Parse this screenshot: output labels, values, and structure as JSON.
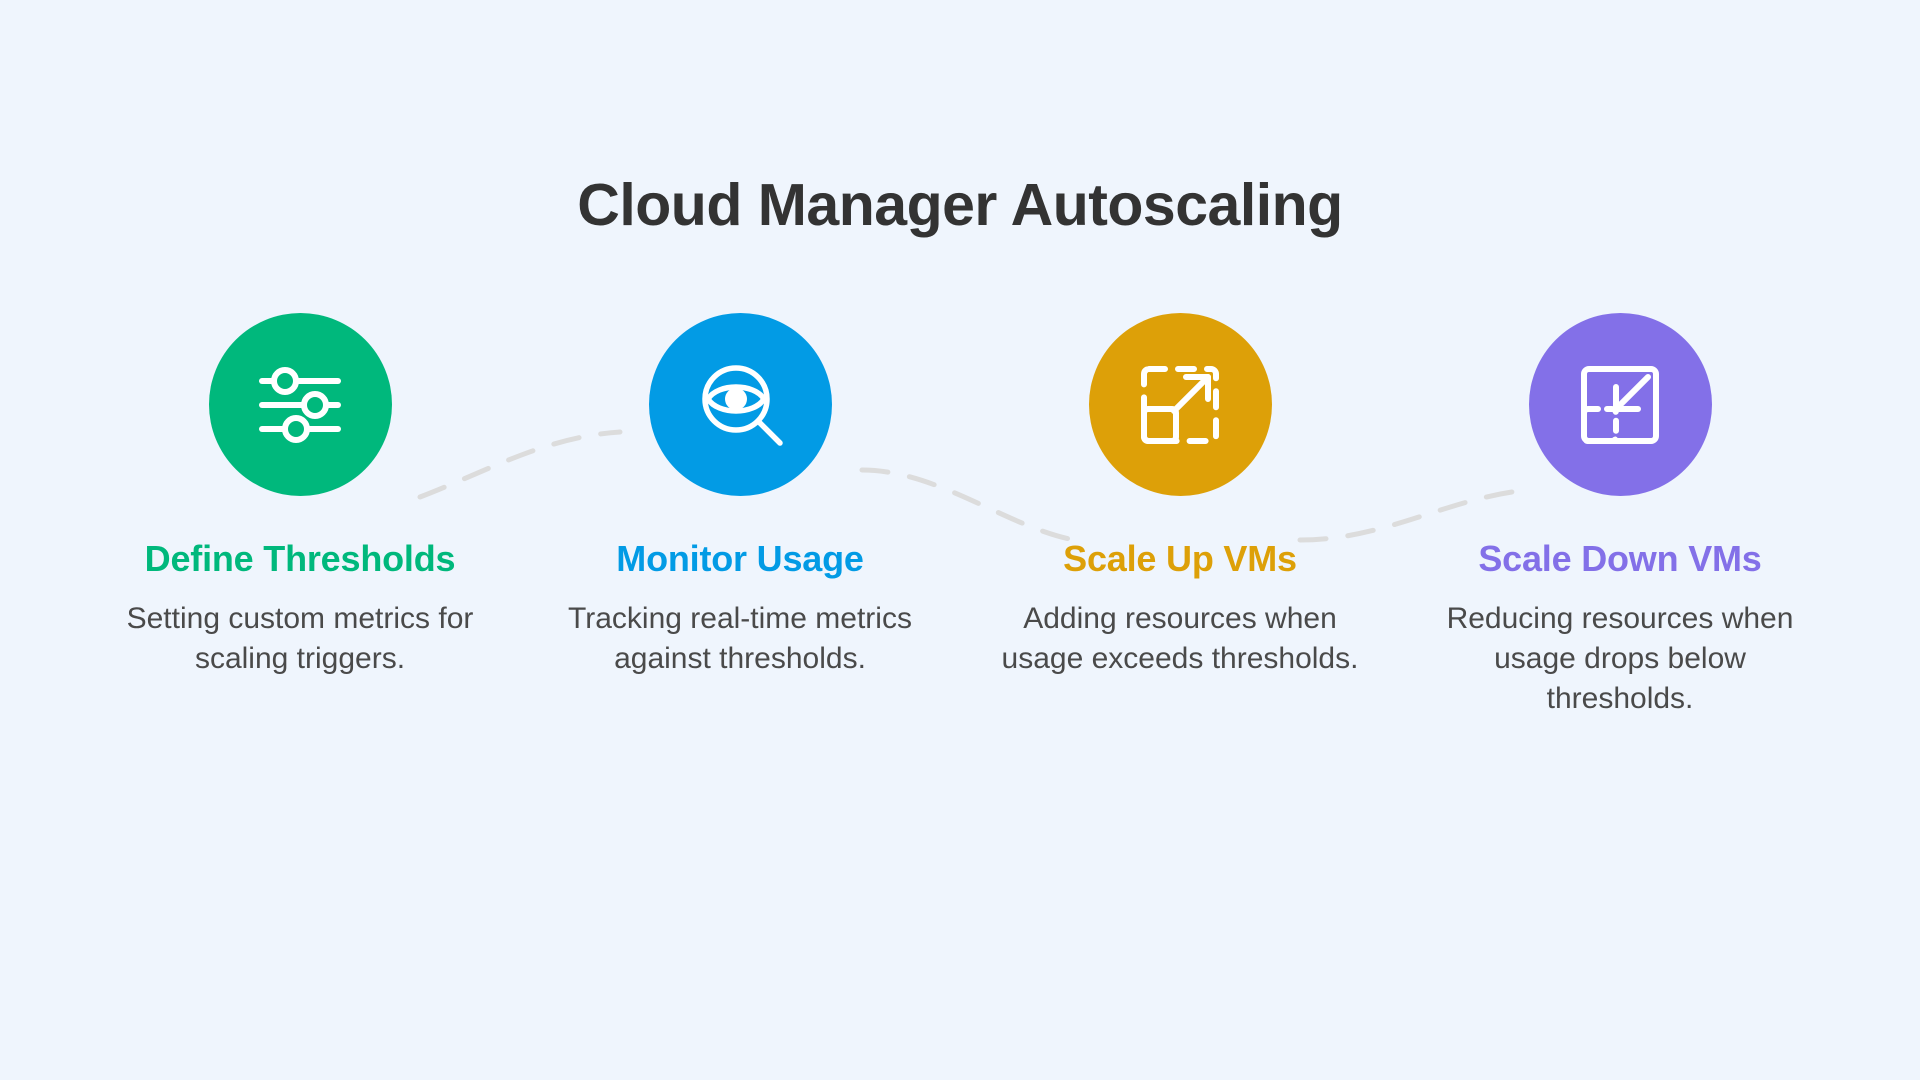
{
  "page": {
    "title": "Cloud Manager Autoscaling",
    "background_color": "#eff5fd",
    "title_color": "#333333",
    "body_text_color": "#4a4a4a",
    "connector_color": "#dcdcdc",
    "connector_style": "dashed-wave"
  },
  "steps": [
    {
      "icon": "sliders-icon",
      "title": "Define Thresholds",
      "description": "Setting custom metrics for scaling triggers.",
      "color": "#00b87c"
    },
    {
      "icon": "eye-magnifier-icon",
      "title": "Monitor Usage",
      "description": "Tracking real-time metrics against thresholds.",
      "color": "#029be5"
    },
    {
      "icon": "scale-up-icon",
      "title": "Scale Up VMs",
      "description": "Adding resources when usage exceeds thresholds.",
      "color": "#dda008"
    },
    {
      "icon": "scale-down-icon",
      "title": "Scale Down VMs",
      "description": "Reducing resources when usage drops below thresholds.",
      "color": "#8370e8"
    }
  ]
}
